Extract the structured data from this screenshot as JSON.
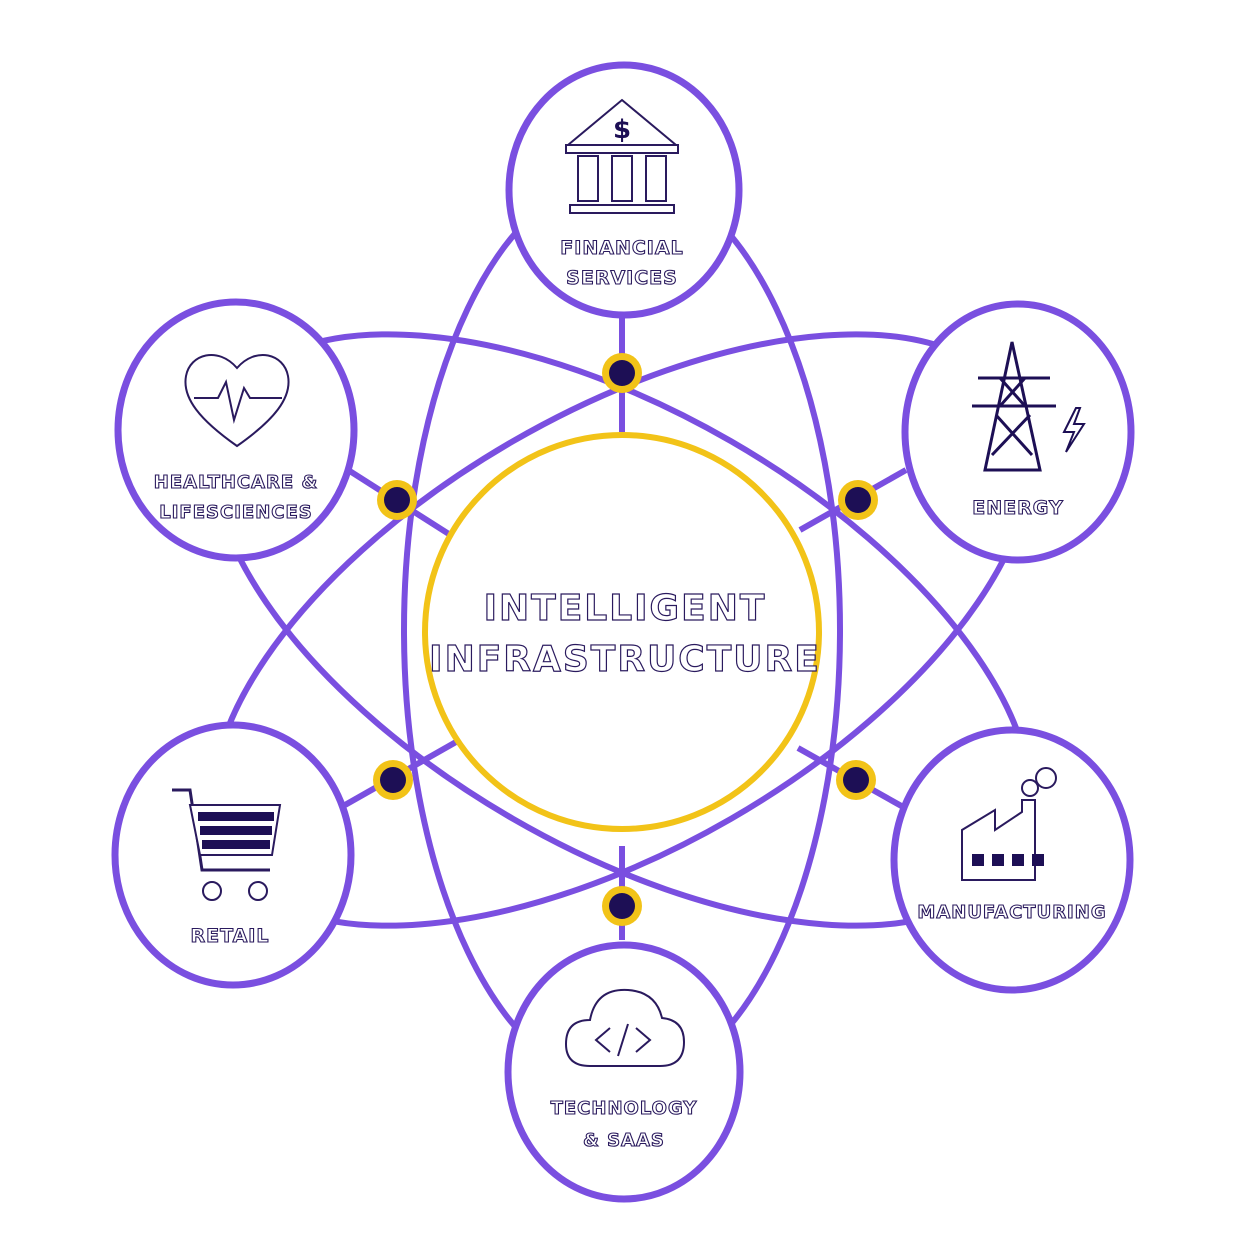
{
  "center": {
    "line1": "INTELLIGENT",
    "line2": "INFRASTRUCTURE"
  },
  "nodes": {
    "financial": {
      "line1": "FINANCIAL",
      "line2": "SERVICES",
      "icon": "bank-icon"
    },
    "energy": {
      "line1": "ENERGY",
      "icon": "power-tower-icon"
    },
    "manufacturing": {
      "line1": "MANUFACTURING",
      "icon": "factory-icon"
    },
    "technology": {
      "line1": "TECHNOLOGY",
      "line2": "& SAAS",
      "icon": "cloud-code-icon"
    },
    "retail": {
      "line1": "RETAIL",
      "icon": "shopping-cart-icon"
    },
    "healthcare": {
      "line1": "HEALTHCARE &",
      "line2": "LIFESCIENCES",
      "icon": "heart-pulse-icon"
    }
  },
  "colors": {
    "purple": "#7a4fe0",
    "gold": "#f2c318",
    "navy": "#1d0f55",
    "background": "#ffffff"
  }
}
